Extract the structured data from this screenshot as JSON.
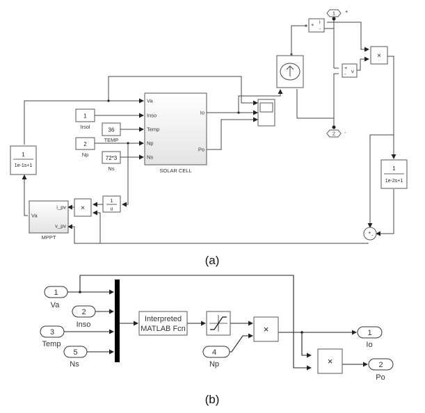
{
  "figure_a": {
    "caption": "(a)",
    "constants": {
      "irsol": {
        "value": "1",
        "label": "Irsol"
      },
      "temp": {
        "value": "36",
        "label": "TEMP"
      },
      "np": {
        "value": "2",
        "label": "Np"
      },
      "ns": {
        "value": "72*3",
        "label": "Ns"
      }
    },
    "solar_cell": {
      "label": "SOLAR CELL",
      "inputs": [
        "Va",
        "Inso",
        "Temp",
        "Np",
        "Ns"
      ],
      "outputs": [
        "Io",
        "Po"
      ]
    },
    "filter_left": {
      "numerator": "1",
      "denominator": "1e-1s+1"
    },
    "filter_right": {
      "numerator": "1",
      "denominator": "1e-2s+1"
    },
    "reciprocal": {
      "numerator": "1",
      "denominator": "u"
    },
    "product_symbol": "×",
    "mppt": {
      "label": "MPPT",
      "inputs": [
        "i_pv",
        "v_pv"
      ],
      "output": "Va"
    },
    "current_meter": {
      "plus": "+",
      "minus": "-",
      "out": "i"
    },
    "voltage_meter": {
      "plus": "+",
      "minus": "-",
      "out": "v"
    },
    "conn_port_1": {
      "value": "1",
      "sign": "+"
    },
    "conn_port_2": {
      "value": "2",
      "sign": "-"
    },
    "sum_signs": {
      "plus": "+",
      "minus": "-"
    }
  },
  "figure_b": {
    "caption": "(b)",
    "inports": [
      {
        "number": "1",
        "label": "Va"
      },
      {
        "number": "2",
        "label": "Inso"
      },
      {
        "number": "3",
        "label": "Temp"
      },
      {
        "number": "5",
        "label": "Ns"
      },
      {
        "number": "4",
        "label": "Np"
      }
    ],
    "fcn_block": {
      "line1": "Interpreted",
      "line2": "MATLAB Fcn"
    },
    "product_symbol": "×",
    "outports": [
      {
        "number": "1",
        "label": "Io"
      },
      {
        "number": "2",
        "label": "Po"
      }
    ]
  }
}
